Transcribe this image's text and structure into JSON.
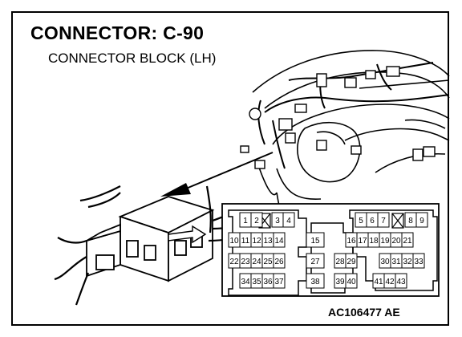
{
  "title": "CONNECTOR: C-90",
  "subtitle": "CONNECTOR BLOCK (LH)",
  "figure_code": "AC106477 AE",
  "pins": {
    "row1": [
      "1",
      "2",
      "3",
      "4",
      "5",
      "6",
      "7",
      "8",
      "9"
    ],
    "row2": [
      "10",
      "11",
      "12",
      "13",
      "14",
      "15",
      "16",
      "17",
      "18",
      "19",
      "20",
      "21"
    ],
    "row3": [
      "22",
      "23",
      "24",
      "25",
      "26",
      "27",
      "28",
      "29",
      "30",
      "31",
      "32",
      "33"
    ],
    "row4": [
      "34",
      "35",
      "36",
      "37",
      "38",
      "39",
      "40",
      "41",
      "42",
      "43"
    ]
  },
  "empty_positions": [
    "row1-col3",
    "row1-col7"
  ]
}
